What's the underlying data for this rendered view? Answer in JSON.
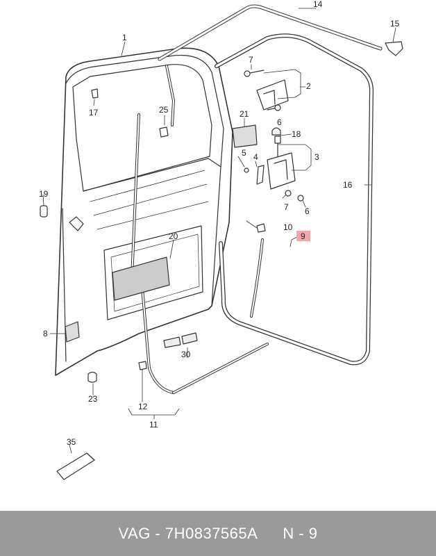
{
  "diagram": {
    "callouts": {
      "c1": "1",
      "c2": "2",
      "c3": "3",
      "c4": "4",
      "c5": "5",
      "c6a": "6",
      "c6b": "6",
      "c7a": "7",
      "c7b": "7",
      "c8": "8",
      "c9": "9",
      "c10": "10",
      "c11": "11",
      "c12": "12",
      "c14": "14",
      "c15": "15",
      "c16": "16",
      "c17": "17",
      "c18": "18",
      "c19": "19",
      "c20": "20",
      "c21": "21",
      "c23": "23",
      "c25": "25",
      "c30": "30",
      "c35": "35"
    },
    "highlight_color": "#f4a7aa"
  },
  "footer": {
    "part_label": "VAG - 7H0837565A",
    "ref_label": "N - 9"
  }
}
